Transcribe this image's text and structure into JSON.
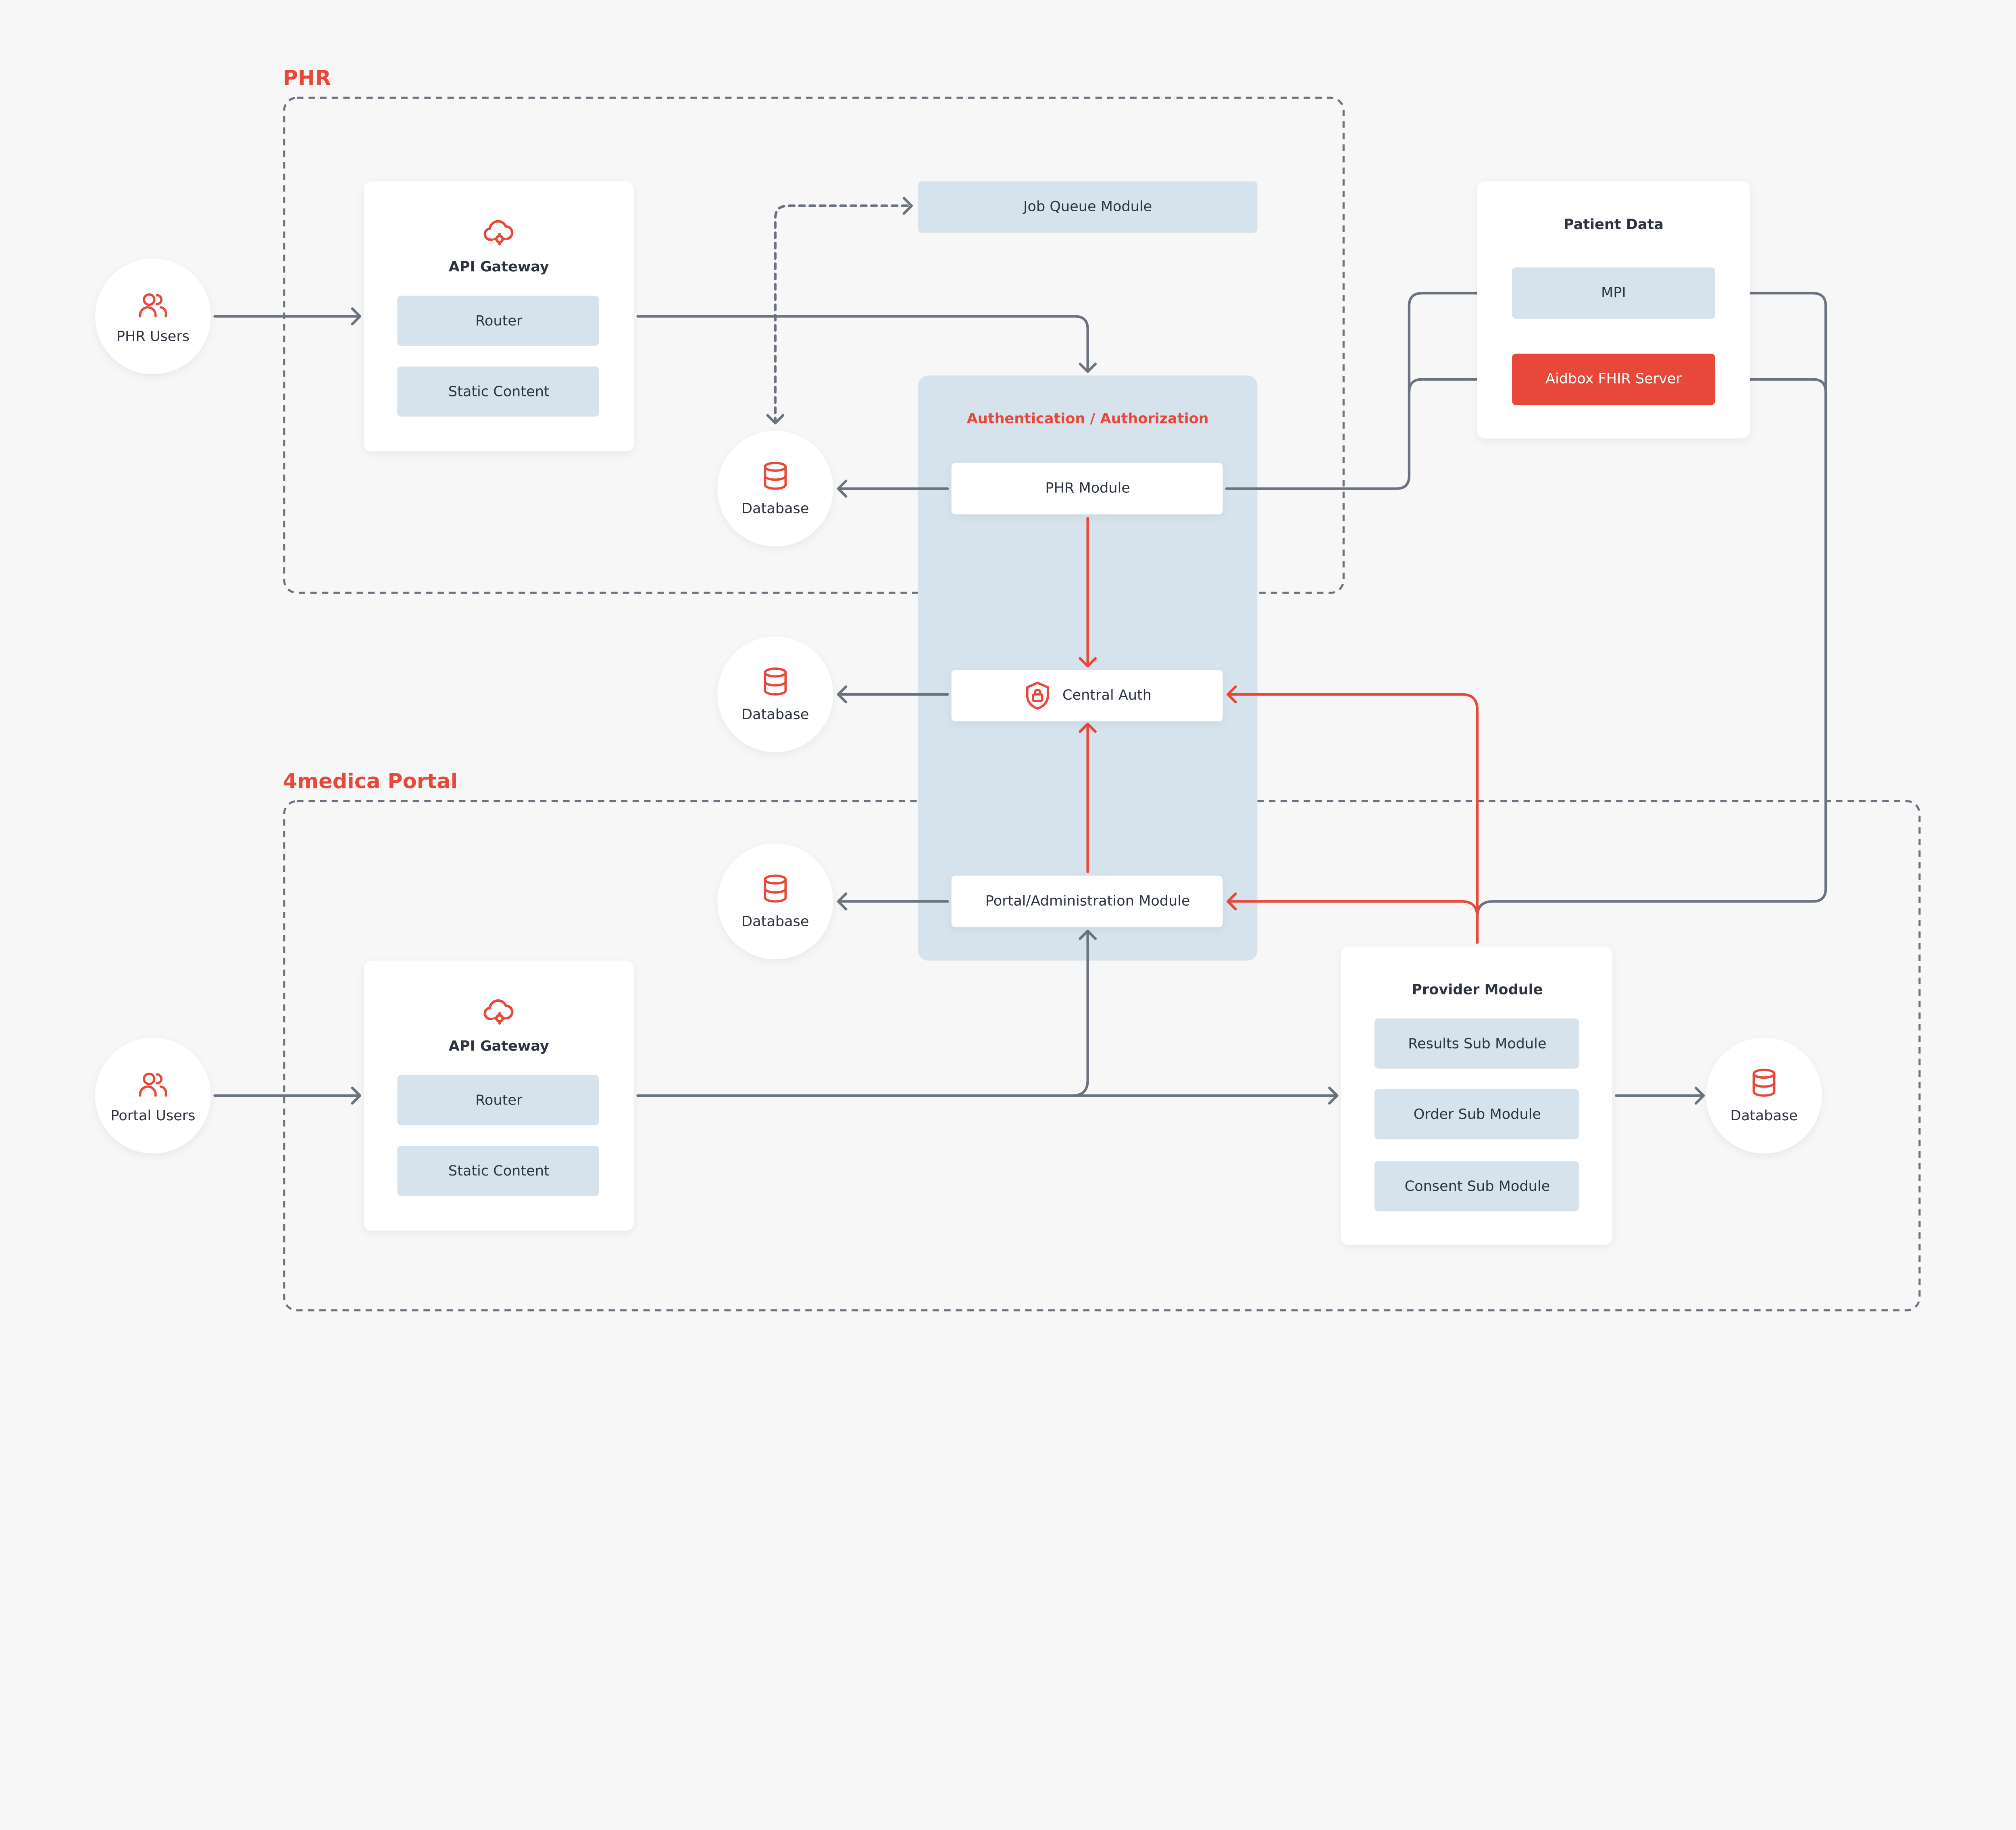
{
  "colors": {
    "accent": "#E8483A",
    "line": "#6B7280",
    "module_fill": "#D6E3EC",
    "background": "#F7F7F7"
  },
  "groups": {
    "phr": "PHR",
    "portal": "4medica Portal"
  },
  "actors": {
    "phr_users": "PHR Users",
    "portal_users": "Portal Users"
  },
  "api_gateway_top": {
    "title": "API Gateway",
    "router": "Router",
    "static": "Static Content"
  },
  "api_gateway_bottom": {
    "title": "API Gateway",
    "router": "Router",
    "static": "Static Content"
  },
  "job_queue": "Job Queue Module",
  "auth": {
    "title": "Authentication / Authorization",
    "phr_module": "PHR Module",
    "central_auth": "Central Auth",
    "portal_admin": "Portal/Administration Module"
  },
  "database_label": "Database",
  "databases": [
    "Database",
    "Database",
    "Database",
    "Database"
  ],
  "patient_data": {
    "title": "Patient Data",
    "mpi": "MPI",
    "aidbox": "Aidbox FHIR Server"
  },
  "provider": {
    "title": "Provider Module",
    "results": "Results Sub Module",
    "order": "Order Sub Module",
    "consent": "Consent Sub Module"
  },
  "icons": {
    "users": "users-icon",
    "gateway": "cloud-gear-icon",
    "database": "database-icon",
    "auth": "shield-lock-icon"
  }
}
